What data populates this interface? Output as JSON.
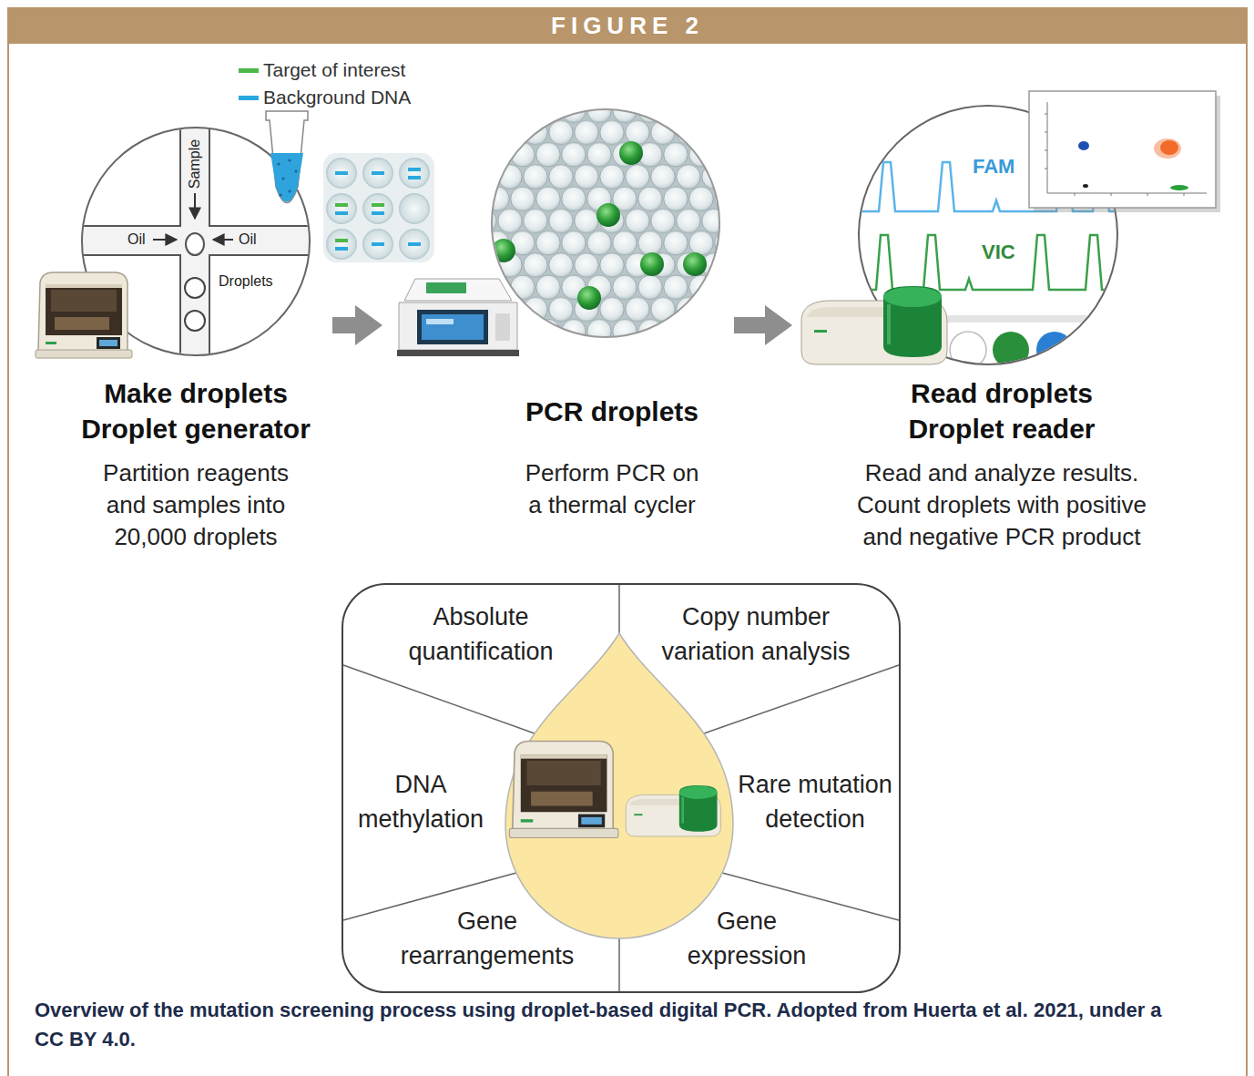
{
  "diagram": {
    "title": "FIGURE 2",
    "caption": "Overview of the mutation screening process using droplet-based digital PCR. Adopted from Huerta et al. 2021, under a CC BY 4.0.",
    "nodes": [
      {
        "text": [
          "Make droplets Droplet generator",
          "Partition reagents and samples into 20,000 droplets"
        ]
      },
      {
        "text": [
          "PCR droplets",
          "Perform PCR on a thermal cycler"
        ]
      },
      {
        "text": [
          "Read droplets Droplet reader",
          "Read and analyze results. Count droplets with positive and negative PCR product"
        ]
      },
      {
        "text": [
          "Absolute quantification"
        ]
      },
      {
        "text": [
          "Copy number variation analysis"
        ]
      },
      {
        "text": [
          "DNA methylation"
        ]
      },
      {
        "text": [
          "Rare mutation detection"
        ]
      },
      {
        "text": [
          "Gene rearrangements"
        ]
      },
      {
        "text": [
          "Gene expression"
        ]
      }
    ],
    "edges": [
      {
        "from": 0,
        "to": 1,
        "arrow": "to"
      },
      {
        "from": 1,
        "to": 2,
        "arrow": "to"
      }
    ],
    "labels": [
      "Sample",
      "Oil",
      "Oil",
      "Droplets",
      "FAM",
      "VIC"
    ],
    "legend": [
      {
        "text": "Target of interest",
        "color": "#4cb848"
      },
      {
        "text": "Background DNA",
        "color": "#29a9e0"
      }
    ]
  }
}
